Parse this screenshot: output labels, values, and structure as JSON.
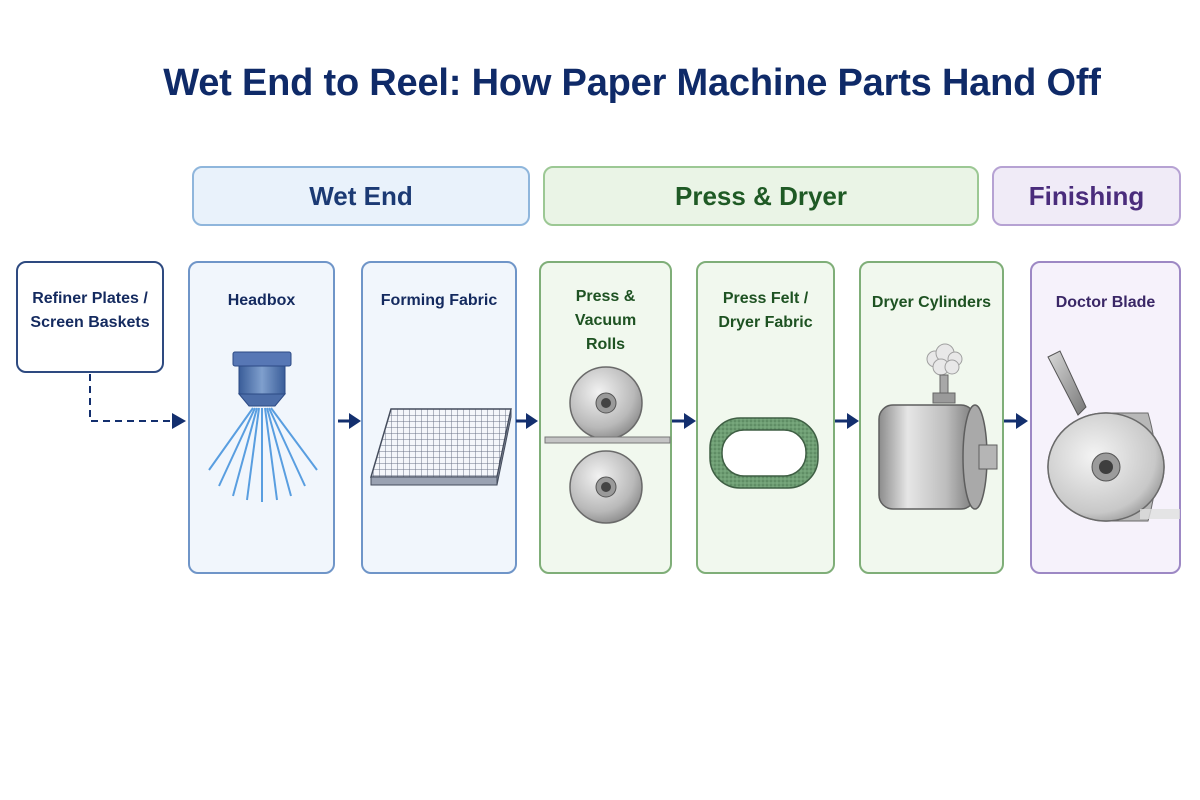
{
  "title": "Wet End to Reel: How Paper Machine Parts Hand Off",
  "sections": {
    "wet_end": "Wet End",
    "press_dryer": "Press & Dryer",
    "finishing": "Finishing"
  },
  "stages": {
    "refiner": "Refiner Plates / Screen Baskets",
    "headbox": "Headbox",
    "forming": "Forming Fabric",
    "press": "Press & Vacuum Rolls",
    "felt": "Press Felt / Dryer Fabric",
    "dryer": "Dryer Cylinders",
    "doctor": "Doctor Blade"
  },
  "colors": {
    "title": "#0f2a68",
    "arrow": "#132f6e",
    "wet_end": "#e9f2fb",
    "press_dryer": "#eaf4e6",
    "finishing": "#f0ebf7"
  }
}
